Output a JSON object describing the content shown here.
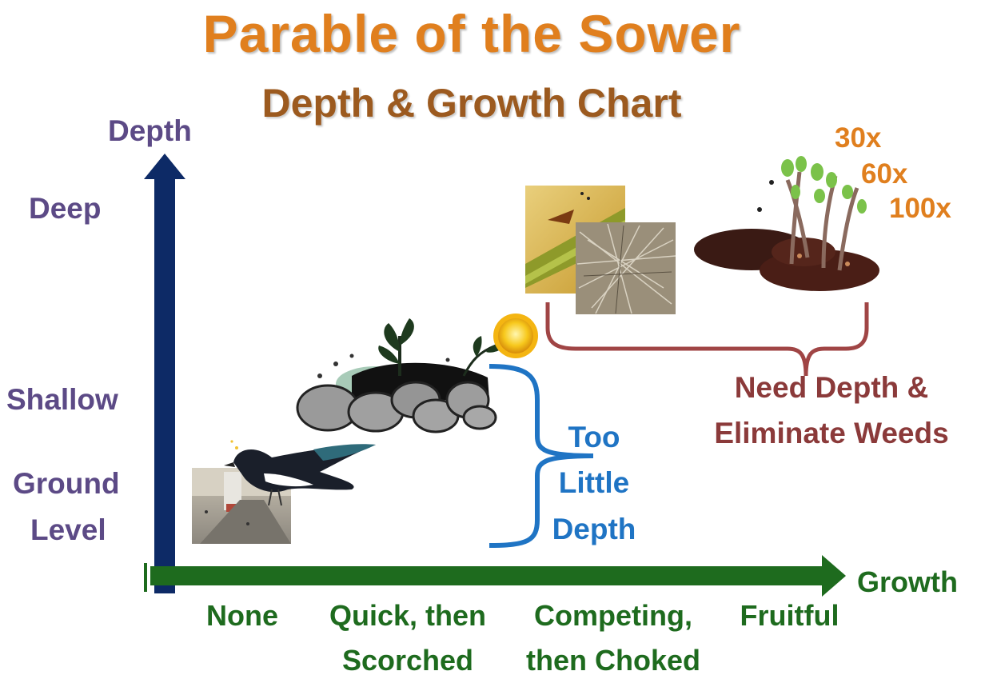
{
  "title": "Parable of the Sower",
  "subtitle": "Depth & Growth Chart",
  "y_axis": {
    "label": "Depth",
    "levels": [
      "Deep",
      "Shallow",
      "Ground",
      "Level"
    ]
  },
  "x_axis": {
    "label": "Growth",
    "categories": [
      {
        "line1": "None",
        "line2": ""
      },
      {
        "line1": "Quick, then",
        "line2": "Scorched"
      },
      {
        "line1": "Competing,",
        "line2": "then Choked"
      },
      {
        "line1": "Fruitful",
        "line2": ""
      }
    ]
  },
  "multipliers": [
    "30x",
    "60x",
    "100x"
  ],
  "annotations": {
    "too_little": [
      "Too",
      "Little",
      "Depth"
    ],
    "need_depth": [
      "Need Depth &",
      "Eliminate Weeds"
    ]
  },
  "colors": {
    "title": "#e07f1e",
    "subtitle": "#9c5a1f",
    "y_axis": "#0d2a66",
    "x_axis": "#1e6b1e",
    "blue_brace": "#1f74c4",
    "red_brace": "#a04545"
  },
  "icons": [
    "road-photo-icon",
    "magpie-bird-icon",
    "rocks-seedlings-icon",
    "sun-icon",
    "thorn-photo-icon",
    "thornbush-photo-icon",
    "fruitful-plants-icon"
  ]
}
